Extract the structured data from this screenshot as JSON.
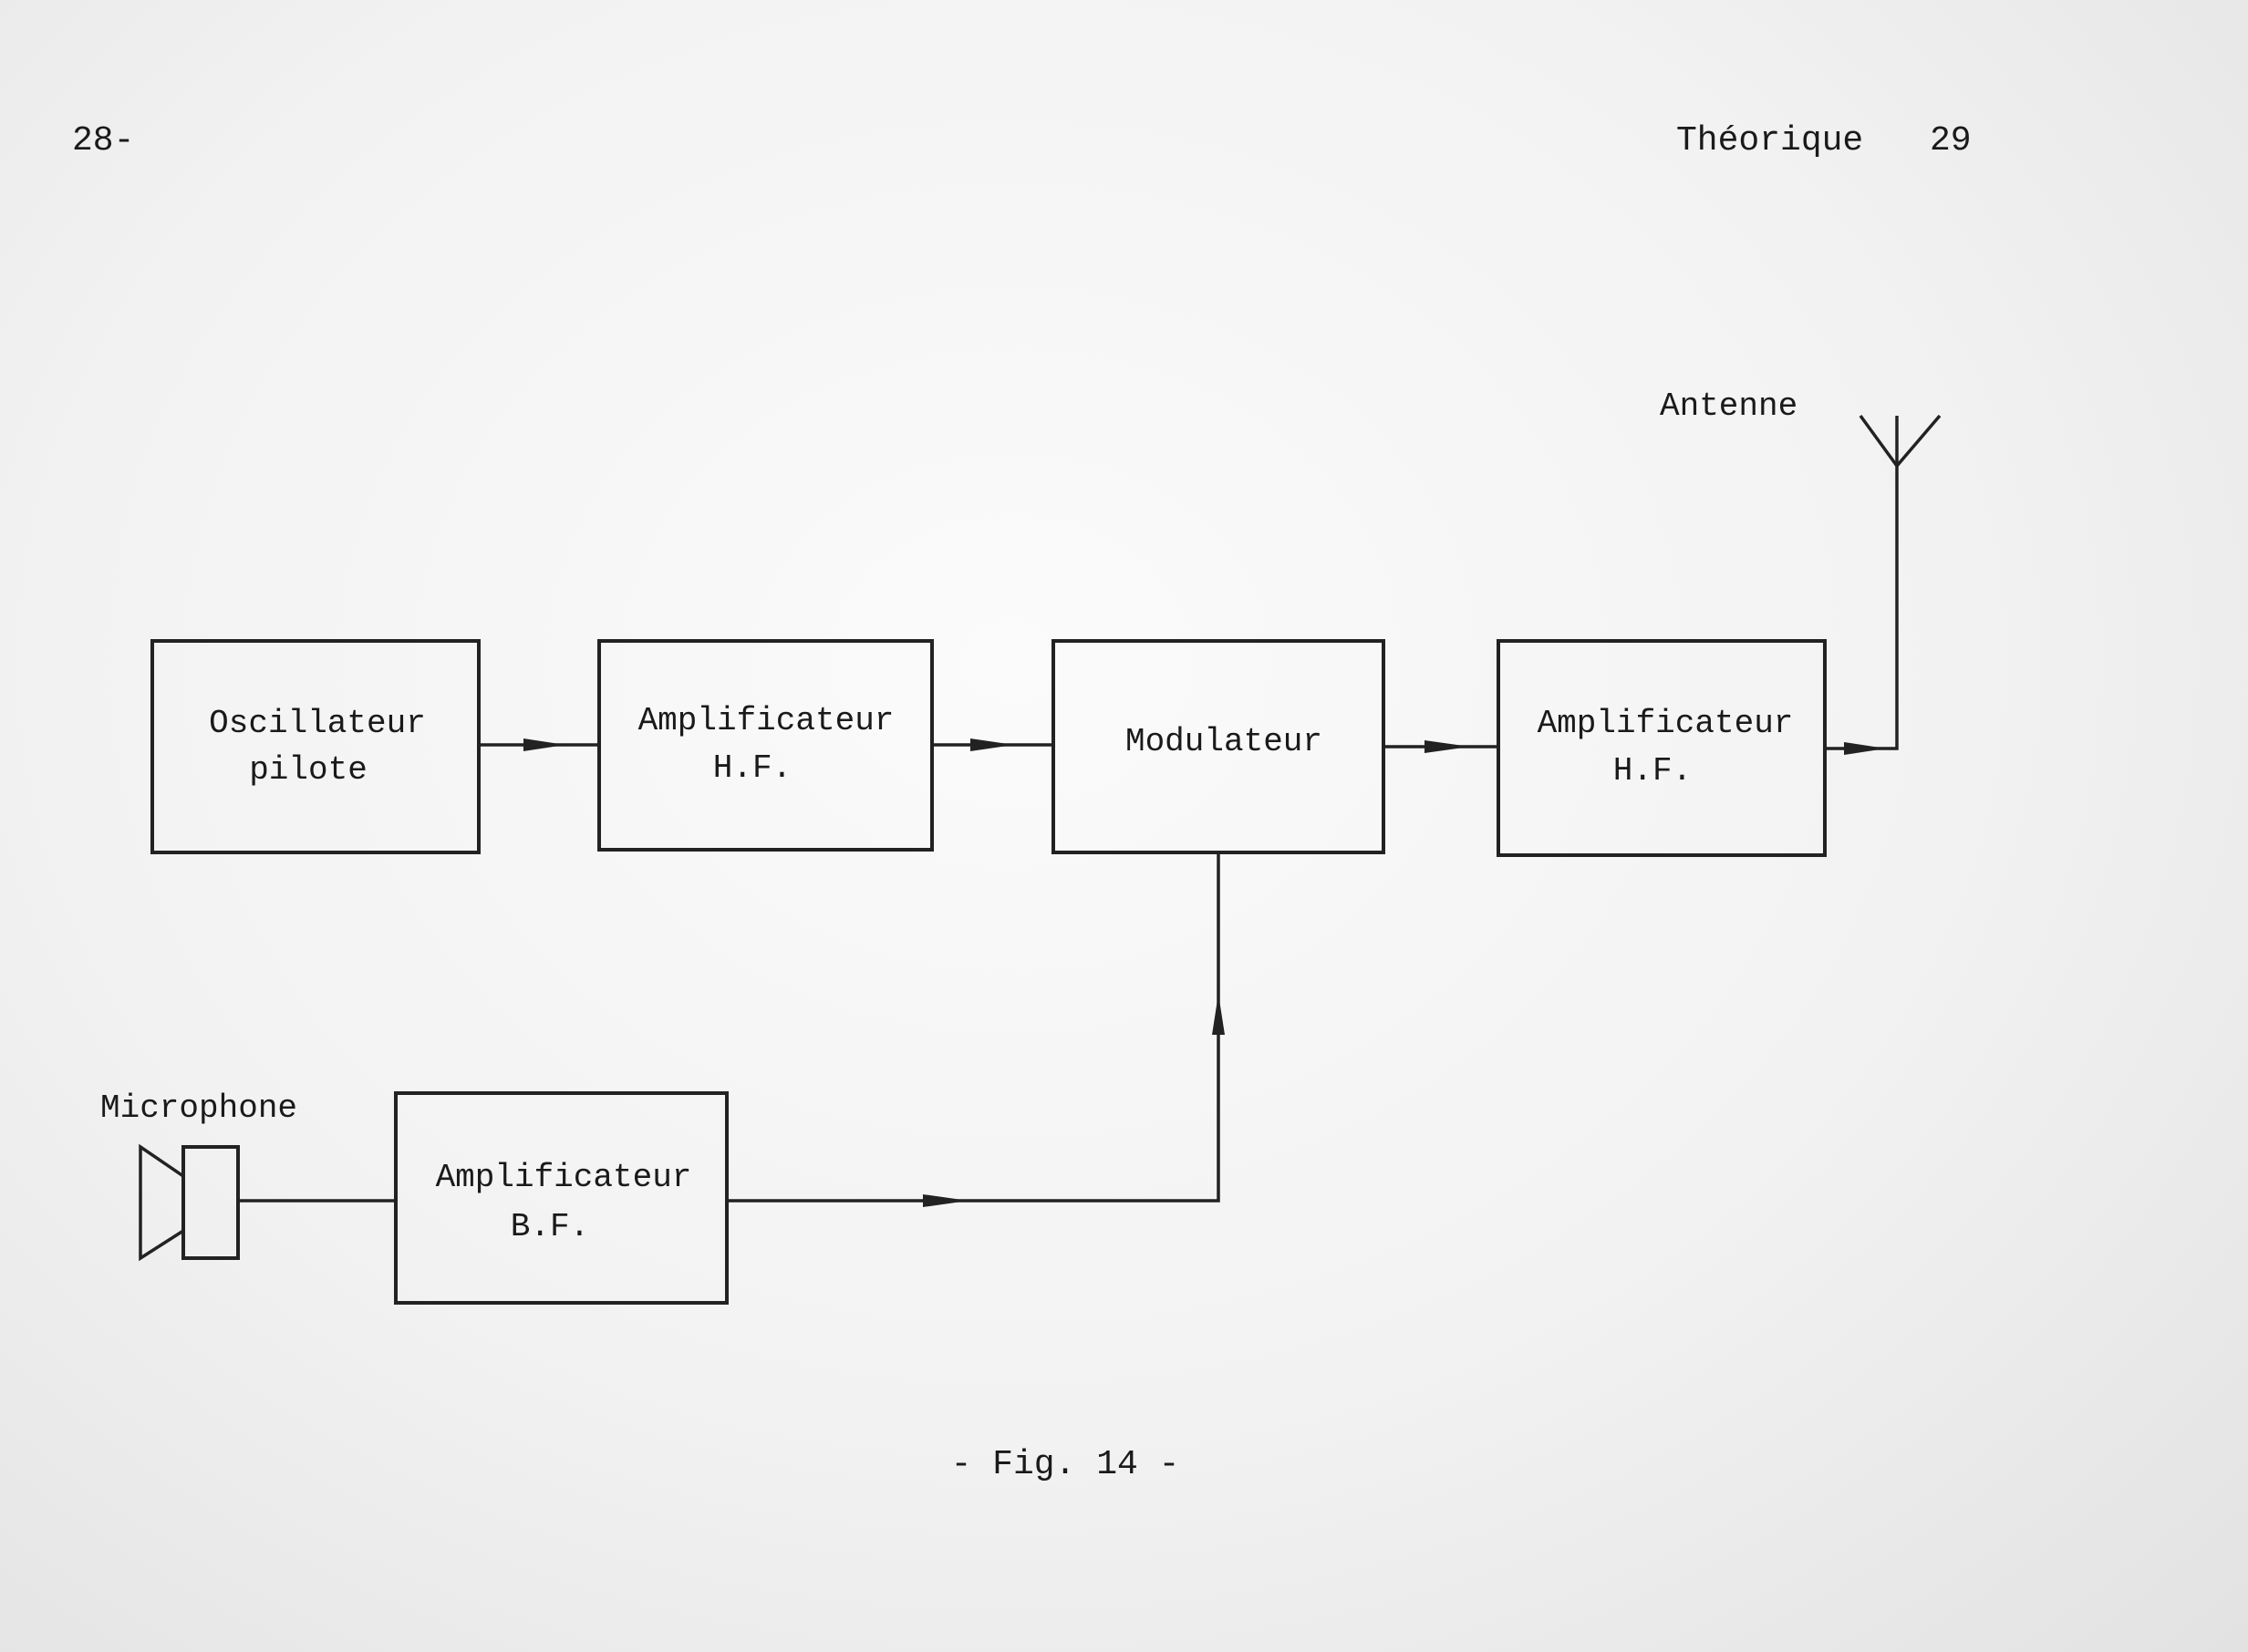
{
  "header": {
    "left_page_number": "28-",
    "right_title": "Théorique",
    "right_page_number": "29"
  },
  "diagram": {
    "blocks": [
      {
        "id": "oscillator",
        "lines": [
          "Oscillateur",
          "pilote"
        ]
      },
      {
        "id": "hf-amp-1",
        "lines": [
          "Amplificateur",
          "H.F."
        ]
      },
      {
        "id": "modulator",
        "lines": [
          "Modulateur"
        ]
      },
      {
        "id": "hf-amp-2",
        "lines": [
          "Amplificateur",
          "H.F."
        ]
      },
      {
        "id": "bf-amp",
        "lines": [
          "Amplificateur",
          "B.F."
        ]
      }
    ],
    "antenna_label": "Antenne",
    "microphone_label": "Microphone",
    "connections": [
      [
        "oscillator",
        "hf-amp-1"
      ],
      [
        "hf-amp-1",
        "modulator"
      ],
      [
        "modulator",
        "hf-amp-2"
      ],
      [
        "hf-amp-2",
        "antenna"
      ],
      [
        "microphone",
        "bf-amp"
      ],
      [
        "bf-amp",
        "modulator"
      ]
    ]
  },
  "caption": "- Fig. 14 -"
}
